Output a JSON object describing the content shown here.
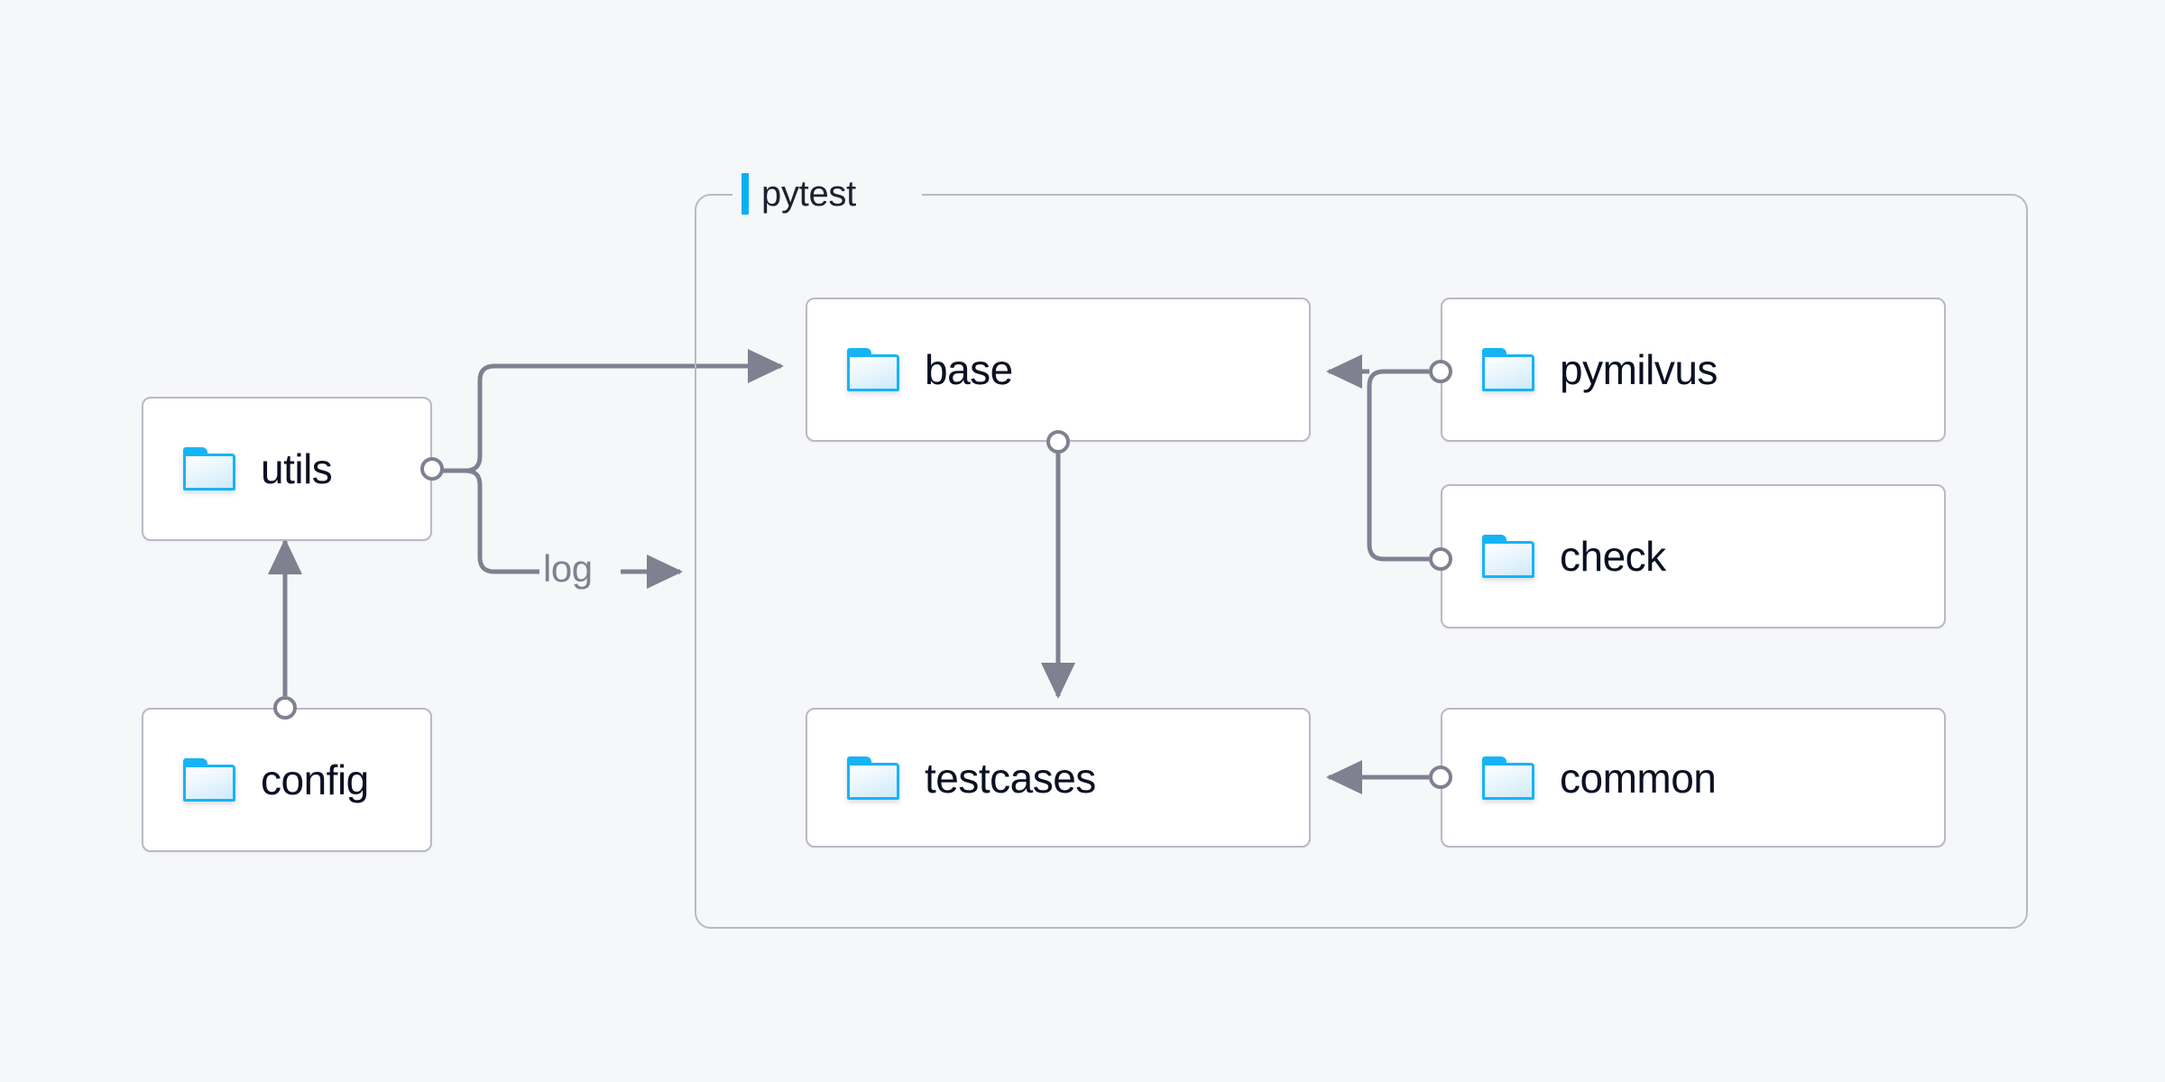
{
  "canvas": {
    "background": "#f6f7f8",
    "node_border": "#b9b9c6",
    "node_fill": "#ffffff",
    "edge_color": "#7f8191",
    "accent": "#0ab0f0",
    "folder_blue": "#17b4f5",
    "label_color": "#0a1022"
  },
  "group": {
    "title": "pytest",
    "accent_color": "#0ab0f0"
  },
  "nodes": [
    {
      "id": "utils",
      "label": "utils",
      "icon": "folder-icon"
    },
    {
      "id": "config",
      "label": "config",
      "icon": "folder-icon"
    },
    {
      "id": "base",
      "label": "base",
      "icon": "folder-icon"
    },
    {
      "id": "testcases",
      "label": "testcases",
      "icon": "folder-icon"
    },
    {
      "id": "pymilvus",
      "label": "pymilvus",
      "icon": "folder-icon"
    },
    {
      "id": "check",
      "label": "check",
      "icon": "folder-icon"
    },
    {
      "id": "common",
      "label": "common",
      "icon": "folder-icon"
    }
  ],
  "edges": [
    {
      "id": "config-to-utils",
      "from": "config",
      "to": "utils",
      "label": ""
    },
    {
      "id": "utils-to-base",
      "from": "utils",
      "to": "base",
      "label": ""
    },
    {
      "id": "utils-to-pytest-log",
      "from": "utils",
      "to": "pytest",
      "label": "log"
    },
    {
      "id": "base-to-testcases",
      "from": "base",
      "to": "testcases",
      "label": ""
    },
    {
      "id": "pymilvus-to-base",
      "from": "pymilvus",
      "to": "base",
      "label": ""
    },
    {
      "id": "check-to-base",
      "from": "check",
      "to": "base",
      "label": ""
    },
    {
      "id": "common-to-testcases",
      "from": "common",
      "to": "testcases",
      "label": ""
    }
  ],
  "edge_labels": {
    "log": "log"
  }
}
